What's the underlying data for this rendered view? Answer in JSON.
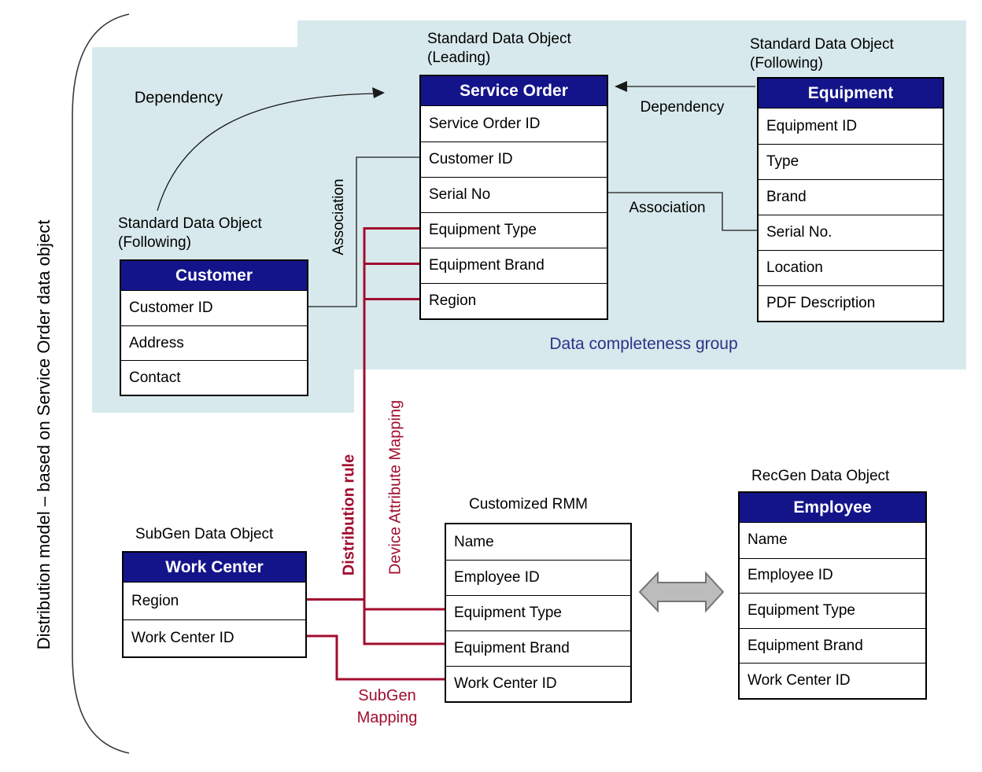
{
  "diagram_title": "Distribution model – based on Service Order data object",
  "labels": {
    "dependency_left": "Dependency",
    "dependency_right": "Dependency",
    "association_left": "Association",
    "association_right": "Association",
    "distribution_rule": "Distribution rule",
    "device_attribute_mapping": "Device Attribute Mapping",
    "subgen_mapping": "SubGen\nMapping",
    "data_completeness_group": "Data completeness group"
  },
  "tables": {
    "service_order": {
      "caption": "Standard Data Object\n(Leading)",
      "title": "Service Order",
      "rows": [
        "Service Order ID",
        "Customer ID",
        "Serial No",
        "Equipment Type",
        "Equipment Brand",
        "Region"
      ]
    },
    "equipment": {
      "caption": "Standard Data Object\n(Following)",
      "title": "Equipment",
      "rows": [
        "Equipment ID",
        "Type",
        "Brand",
        "Serial No.",
        "Location",
        "PDF Description"
      ]
    },
    "customer": {
      "caption": "Standard Data Object\n(Following)",
      "title": "Customer",
      "rows": [
        "Customer ID",
        "Address",
        "Contact"
      ]
    },
    "work_center": {
      "caption": "SubGen Data Object",
      "title": "Work Center",
      "rows": [
        "Region",
        "Work Center ID"
      ]
    },
    "customized_rmm": {
      "caption": "Customized RMM",
      "rows": [
        "Name",
        "Employee ID",
        "Equipment Type",
        "Equipment Brand",
        "Work Center ID"
      ]
    },
    "employee": {
      "caption": "RecGen Data Object",
      "title": "Employee",
      "rows": [
        "Name",
        "Employee ID",
        "Equipment Type",
        "Equipment Brand",
        "Work Center ID"
      ]
    }
  },
  "icons": {
    "sync_arrow": "double-headed-arrow",
    "bracket": "large-left-parenthesis"
  },
  "colors": {
    "table_header_bg": "#14148a",
    "table_header_text": "#ffffff",
    "group_panel_bg": "#d7e9ec",
    "mapping_line_red": "#a10d2e",
    "data_completeness_text": "#2e3189",
    "sync_arrow_gray": "#bcbcbc"
  }
}
